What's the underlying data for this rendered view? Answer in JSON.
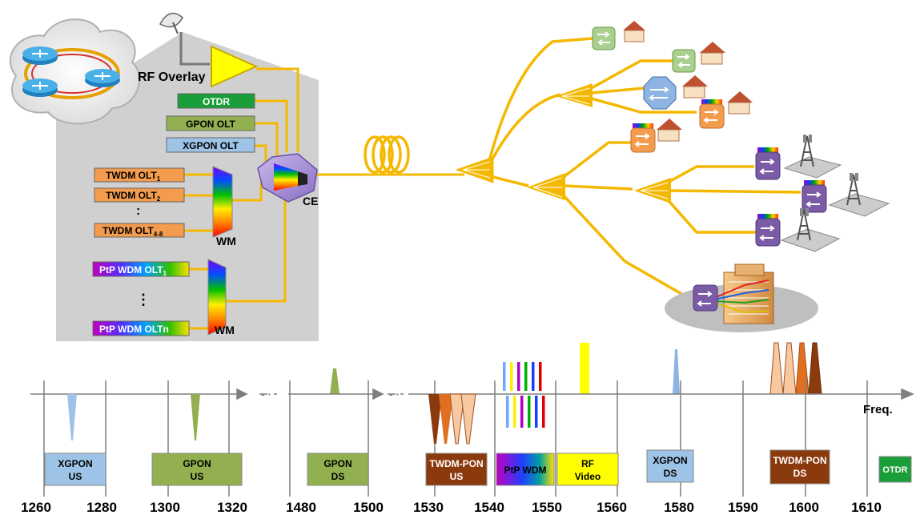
{
  "central_office": {
    "rf_overlay": "RF Overlay",
    "otdr": "OTDR",
    "gpon_olt": "GPON OLT",
    "xgpon_olt": "XGPON OLT",
    "twdm_olts": [
      {
        "base": "TWDM OLT",
        "sub": "1"
      },
      {
        "base": "TWDM OLT",
        "sub": "2"
      },
      {
        "base": "TWDM OLT",
        "sub": "4-8"
      }
    ],
    "ptp_olts": [
      {
        "base": "PtP WDM OLT",
        "sub": "1"
      },
      {
        "base": "PtP WDM OLTn",
        "sub": ""
      }
    ],
    "vertical_dots": ":",
    "vertical_dots_long": "⋮",
    "wm_label": "WM",
    "ce_label": "CE"
  },
  "spectrum": {
    "freq_label": "Freq.",
    "ticks": [
      "1260",
      "1280",
      "1300",
      "1320",
      "1480",
      "1500",
      "1530",
      "1540",
      "1550",
      "1560",
      "1580",
      "1590",
      "1600",
      "1610"
    ],
    "bands": [
      {
        "line1": "XGPON",
        "line2": "US"
      },
      {
        "line1": "GPON",
        "line2": "US"
      },
      {
        "line1": "GPON",
        "line2": "DS"
      },
      {
        "line1": "TWDM-PON",
        "line2": "US"
      },
      {
        "line1": "PtP WDM",
        "line2": ""
      },
      {
        "line1": "RF",
        "line2": "Video"
      },
      {
        "line1": "XGPON",
        "line2": "DS"
      },
      {
        "line1": "TWDM-PON",
        "line2": "DS"
      },
      {
        "line1": "OTDR",
        "line2": ""
      }
    ]
  },
  "colors": {
    "fiber": "#f5b800",
    "otdr": "#1a9e3a",
    "gpon": "#92b050",
    "xgpon": "#9dc3e6",
    "twdm": "#f39c4e",
    "twdm_dark": "#8b3a0e",
    "rf": "#ffff00",
    "onu_green": "#a9d08e",
    "onu_orange": "#f39c4e",
    "onu_blue": "#8eb4e3",
    "onu_purple": "#7b5aa6"
  }
}
